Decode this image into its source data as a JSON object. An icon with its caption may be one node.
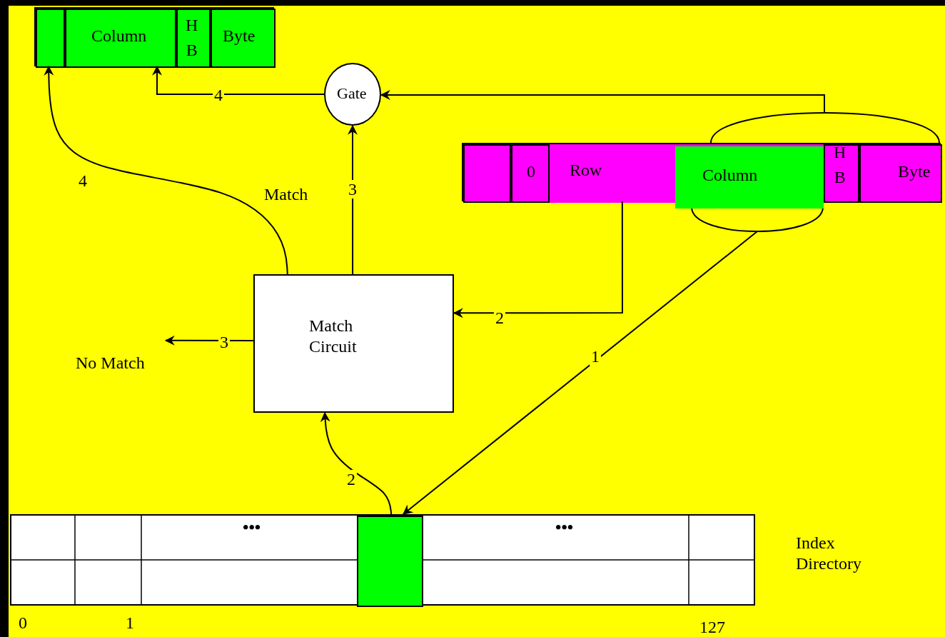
{
  "diagram": {
    "nodes": [
      {
        "text": [],
        "shape": "box"
      },
      {
        "text": [],
        "shape": "box",
        "in": 0
      },
      {
        "text": [
          "Column"
        ],
        "in": 0
      },
      {
        "text": [
          "H B"
        ],
        "in": 0
      },
      {
        "text": [
          "Byte"
        ],
        "in": 0
      },
      {
        "text": [
          "Gate"
        ]
      },
      {
        "text": [],
        "shape": "box"
      },
      {
        "text": [],
        "shape": "box",
        "in": 6
      },
      {
        "text": [
          "0"
        ],
        "in": 6
      },
      {
        "text": [
          "Row"
        ],
        "in": 6
      },
      {
        "text": [
          "Column"
        ],
        "in": 6
      },
      {
        "text": [
          "H B"
        ],
        "in": 6
      },
      {
        "text": [
          "Byte"
        ],
        "in": 6
      },
      {
        "text": [
          "Match Circuit"
        ]
      },
      {
        "text": [],
        "shape": "box",
        "beside": [
          "Index Directory"
        ]
      },
      {
        "text": [],
        "shape": "box",
        "in": 14
      },
      {
        "text": [
          "No Match"
        ]
      },
      {
        "text": [],
        "shape": "ellipse"
      },
      {
        "text": [],
        "shape": "ellipse"
      }
    ],
    "edges": [
      {
        "from": 5,
        "to": 2,
        "arrow": "to",
        "label": "4"
      },
      {
        "from": 13,
        "to": 1,
        "arrow": "to",
        "label": "4"
      },
      {
        "from": 13,
        "to": 5,
        "arrow": "to",
        "label": "3"
      },
      {
        "from": 13,
        "to": 16,
        "arrow": "to",
        "label": "3"
      },
      {
        "from": 9,
        "to": 13,
        "arrow": "to",
        "label": "2"
      },
      {
        "from": 18,
        "to": 15,
        "arrow": "to",
        "label": "1"
      },
      {
        "from": 15,
        "to": 13,
        "arrow": "to",
        "label": "2"
      },
      {
        "from": 17,
        "to": 5,
        "arrow": "to"
      }
    ],
    "labels": [
      "Match",
      "•••",
      "•••",
      "0",
      "1",
      "127"
    ]
  }
}
